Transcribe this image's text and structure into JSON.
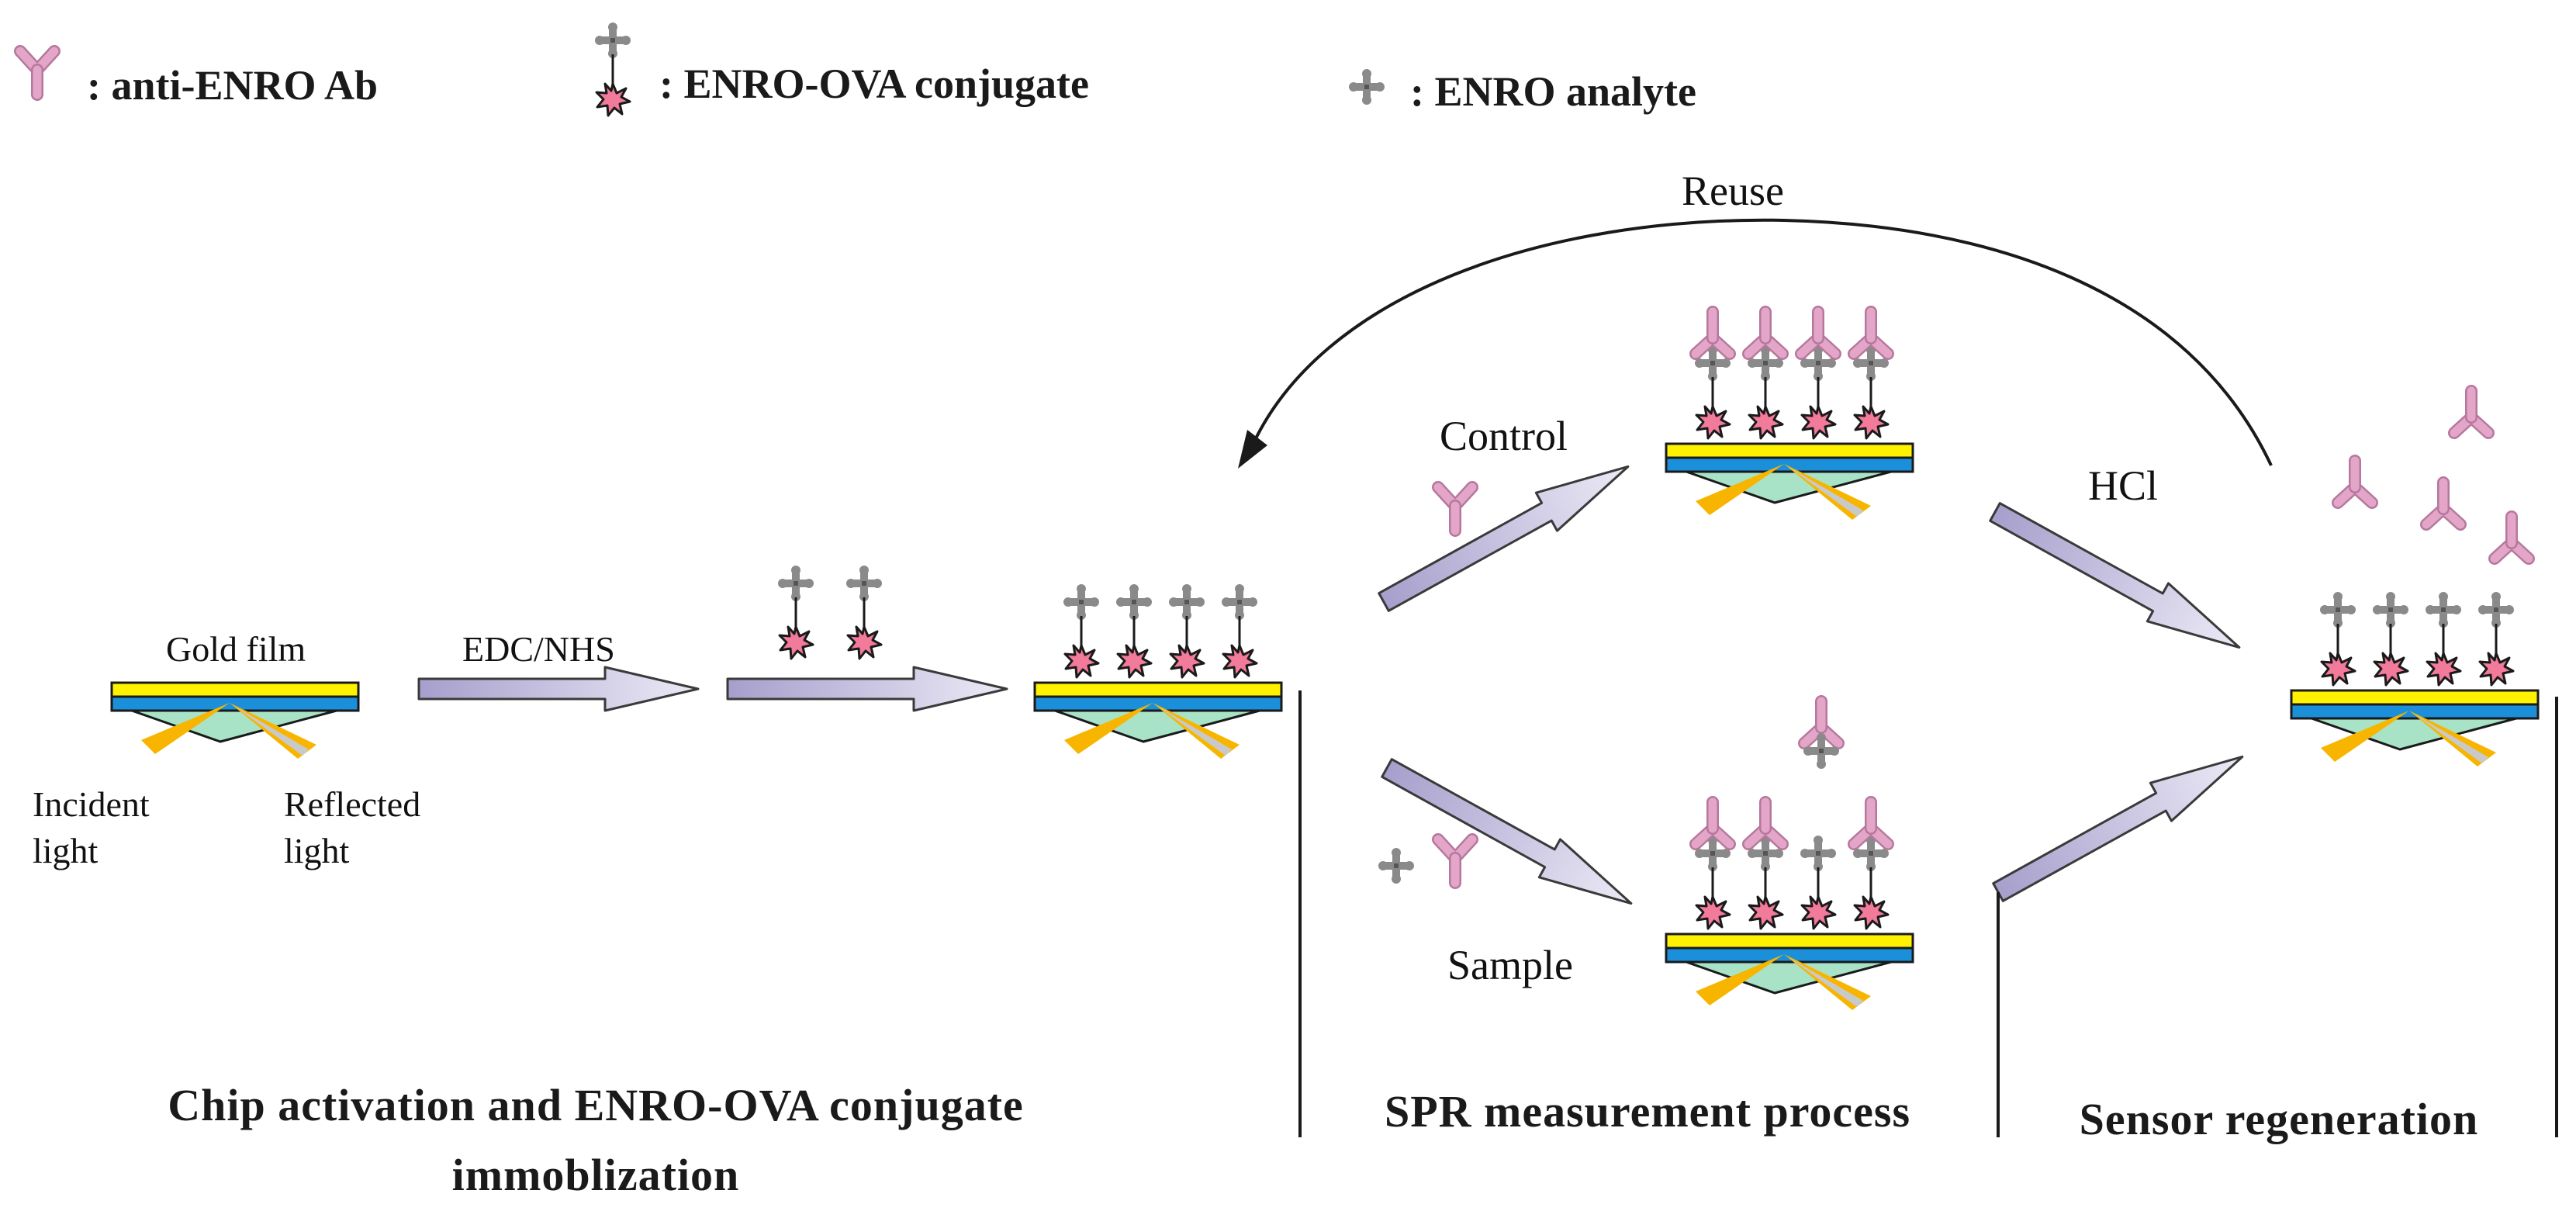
{
  "legend": {
    "antibody": ": anti-ENRO Ab",
    "conjugate": ": ENRO-OVA conjugate",
    "analyte": ": ENRO analyte"
  },
  "labels": {
    "gold_film": "Gold film",
    "incident_1": "Incident",
    "incident_2": "light",
    "reflected_1": "Reflected",
    "reflected_2": "light",
    "edc_nhs": "EDC/NHS",
    "reuse": "Reuse",
    "control": "Control",
    "sample": "Sample",
    "hcl": "HCl"
  },
  "sections": {
    "chip_1": "Chip activation and ENRO-OVA conjugate",
    "chip_2": "immoblization",
    "spr": "SPR measurement process",
    "regen": "Sensor regeneration"
  },
  "colors": {
    "antibody": "#e3a6c8",
    "antibody_stroke": "#b5789c",
    "conjugate_fill": "#f27a9a",
    "analyte": "#8a8a8a",
    "gold": "#fff200",
    "blue_layer": "#1b8fd9",
    "prism": "#a8e3c8",
    "light_beam": "#f7b500",
    "arrow_fill": "#b3acd2"
  }
}
